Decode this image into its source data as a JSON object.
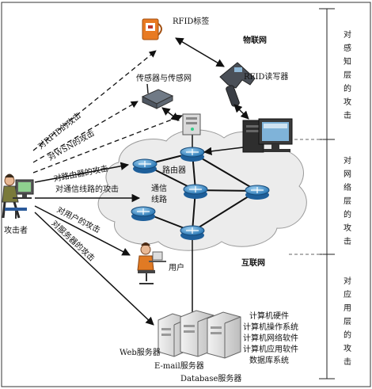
{
  "nodes": {
    "rfid_tag": "RFID标签",
    "iot": "物联网",
    "sensor_network": "传感器与传感网",
    "rfid_reader": "RFID读写器",
    "router": "路由器",
    "comm_line": "通信\n线路",
    "user": "用户",
    "internet": "互联网",
    "attacker": "攻击者",
    "web_server": "Web服务器",
    "email_server": "E-mail服务器",
    "database_server": "Database服务器"
  },
  "attacks": {
    "rfid": "对RFID的攻击",
    "wsn": "对WSN的攻击",
    "router": "对路由器的攻击",
    "comm_line": "对通信线路的攻击",
    "user": "对用户的攻击",
    "server": "对服务器的攻击"
  },
  "layers": {
    "perception": "对\n感\n知\n层\n的\n攻\n击",
    "network": "对\n网\n络\n层\n的\n攻\n击",
    "application": "对\n应\n用\n层\n的\n攻\n击"
  },
  "server_components": [
    "计算机硬件",
    "计算机操作系统",
    "计算机网络软件",
    "计算机应用软件",
    "数据库系统"
  ]
}
